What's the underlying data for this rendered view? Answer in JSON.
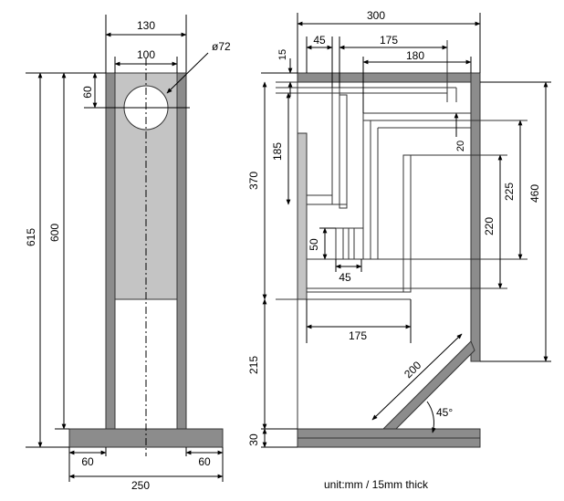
{
  "front_view": {
    "labels": {
      "w130": "130",
      "w100": "100",
      "dia": "ø72",
      "h60": "60",
      "h615": "615",
      "h600": "600",
      "base_l": "60",
      "base_r": "60",
      "base_w": "250"
    }
  },
  "side_view": {
    "labels": {
      "w300": "300",
      "w45top": "45",
      "w175top": "175",
      "w180": "180",
      "h15": "15",
      "h185": "185",
      "h370": "370",
      "h20": "20",
      "h225": "225",
      "h460": "460",
      "h220": "220",
      "h50": "50",
      "w45mid": "45",
      "w175mid": "175",
      "h215": "215",
      "diag200": "200",
      "angle45": "45°",
      "h30": "30"
    }
  },
  "footer": {
    "unit_note": "unit:mm / 15mm thick"
  },
  "colors": {
    "panel": "#8c8c8c",
    "panel_light": "#c4c4c4"
  }
}
